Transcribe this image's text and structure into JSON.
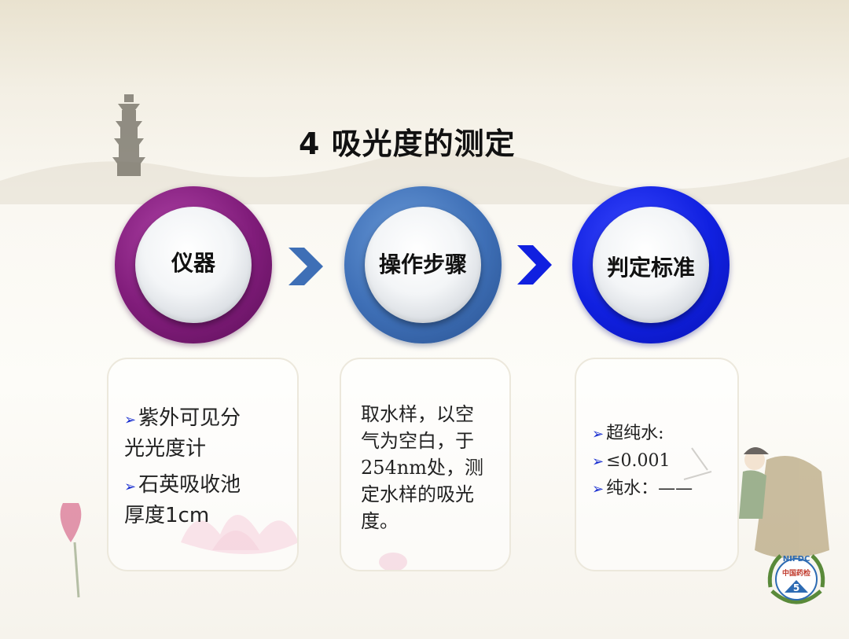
{
  "title": "4 吸光度的测定",
  "circles": [
    {
      "label": "仪器"
    },
    {
      "label": "操作步骤"
    },
    {
      "label": "判定标准"
    }
  ],
  "box1": {
    "item1_line1": "紫外可见分",
    "item1_line2": "光光度计",
    "item2_line1": "石英吸收池",
    "item2_line2_cn": "厚度",
    "item2_line2_val": "1cm"
  },
  "box2": {
    "lines": [
      "取水样，以空",
      "气为空白，于",
      "254nm处，测",
      "定水样的吸光",
      "度。"
    ]
  },
  "box3": {
    "items": [
      "超纯水:",
      "≤0.001",
      "纯水：——"
    ]
  },
  "logo": {
    "text_top": "NIFDC",
    "text_cn": "中国药检"
  },
  "colors": {
    "purple": "#801c7a",
    "steel_blue": "#3e6fb6",
    "royal_blue": "#1020e0",
    "bullet": "#1a2fd0"
  }
}
